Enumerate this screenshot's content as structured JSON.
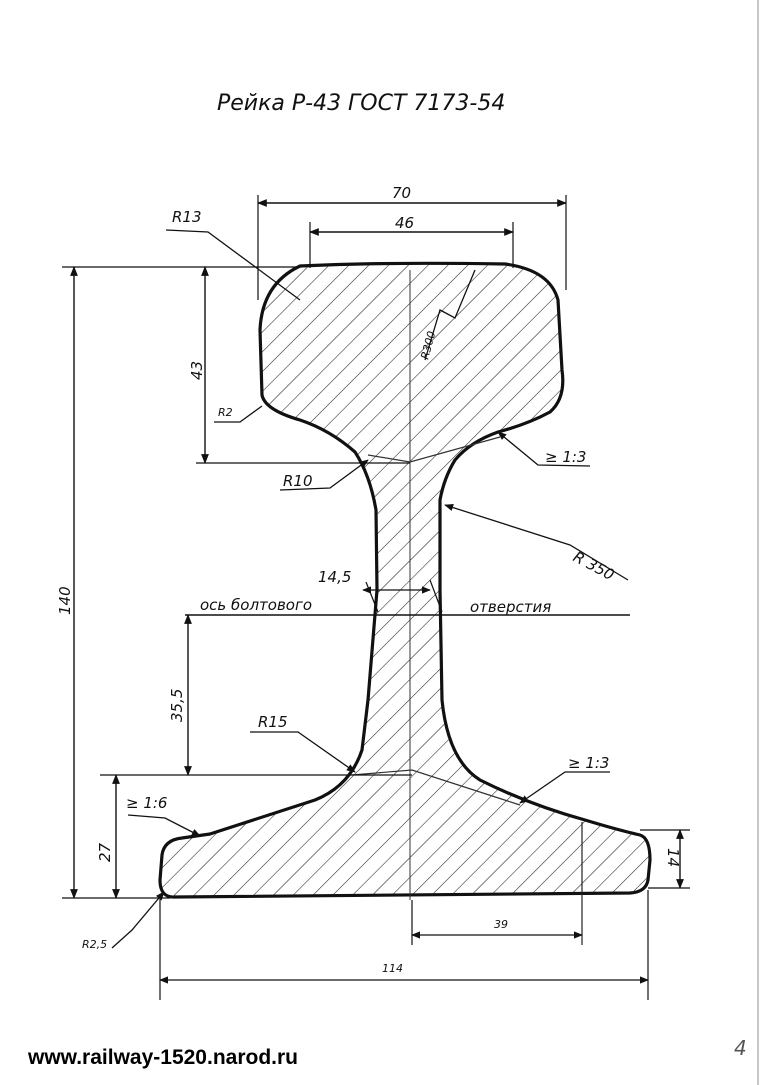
{
  "title": "Рейка Р-43 ГОСТ 7173-54",
  "dimensions": {
    "width_head": "70",
    "width_head_top": "46",
    "radius_head_corner": "R13",
    "radius_head_crown": "R300",
    "head_height": "43",
    "radius_head_under": "R2",
    "slope_head": "≥ 1:3",
    "radius_fillet_top": "R10",
    "radius_web": "R 350",
    "web_thickness": "14,5",
    "total_height": "140",
    "bolt_height": "35,5",
    "radius_fillet_bottom": "R15",
    "slope_foot_right": "≥ 1:3",
    "slope_foot_left": "≥ 1:6",
    "foot_height": "27",
    "foot_edge": "14",
    "radius_foot_corner": "R2,5",
    "foot_half": "39",
    "foot_width": "114"
  },
  "labels": {
    "bolt_axis_left": "ось болтового",
    "bolt_axis_right": "отверстия"
  },
  "footer": {
    "url": "www.railway-1520.narod.ru",
    "page": "4"
  }
}
